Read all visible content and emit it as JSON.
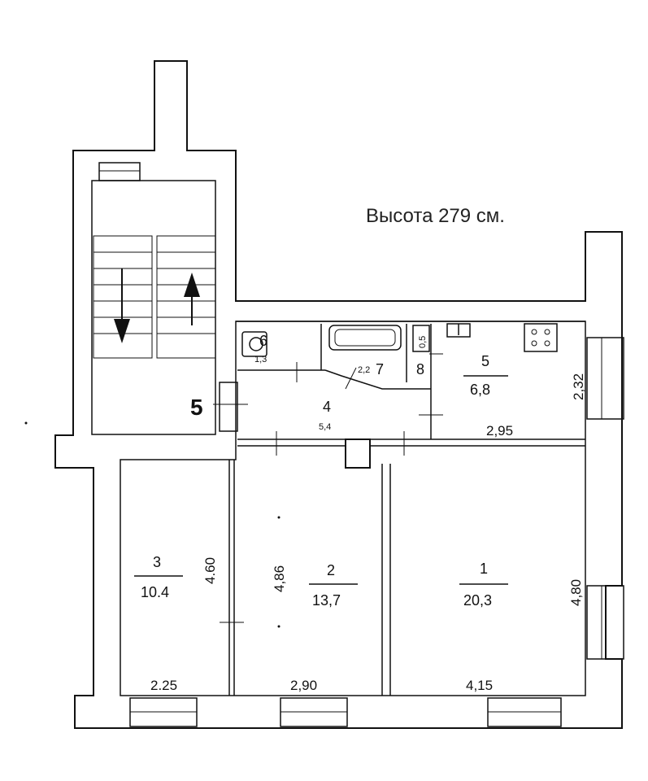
{
  "height_note": "Высота 279 см.",
  "entrance_label": "5",
  "rooms": {
    "r1": {
      "number": "1",
      "area": "20,3"
    },
    "r2": {
      "number": "2",
      "area": "13,7"
    },
    "r3": {
      "number": "3",
      "area": "10.4"
    },
    "r4": {
      "number": "4",
      "area": "5,4"
    },
    "r5": {
      "number": "5",
      "area": "6,8"
    },
    "r6": {
      "number": "6",
      "area": "1,3"
    },
    "r7": {
      "number": "7",
      "area": "2,2"
    },
    "r8": {
      "number": "8",
      "area": "0,5"
    }
  },
  "dimensions": {
    "r3_width": "2.25",
    "r3_length": "4.60",
    "r2_width": "2,90",
    "r2_length": "4,86",
    "r1_width": "4,15",
    "r1_length": "4,80",
    "r5_width": "2,95",
    "r5_length": "2,32"
  },
  "icons": [
    "arrow-down-icon",
    "arrow-up-icon",
    "toilet-icon",
    "bathtub-icon",
    "stove-icon",
    "sink-icon"
  ]
}
